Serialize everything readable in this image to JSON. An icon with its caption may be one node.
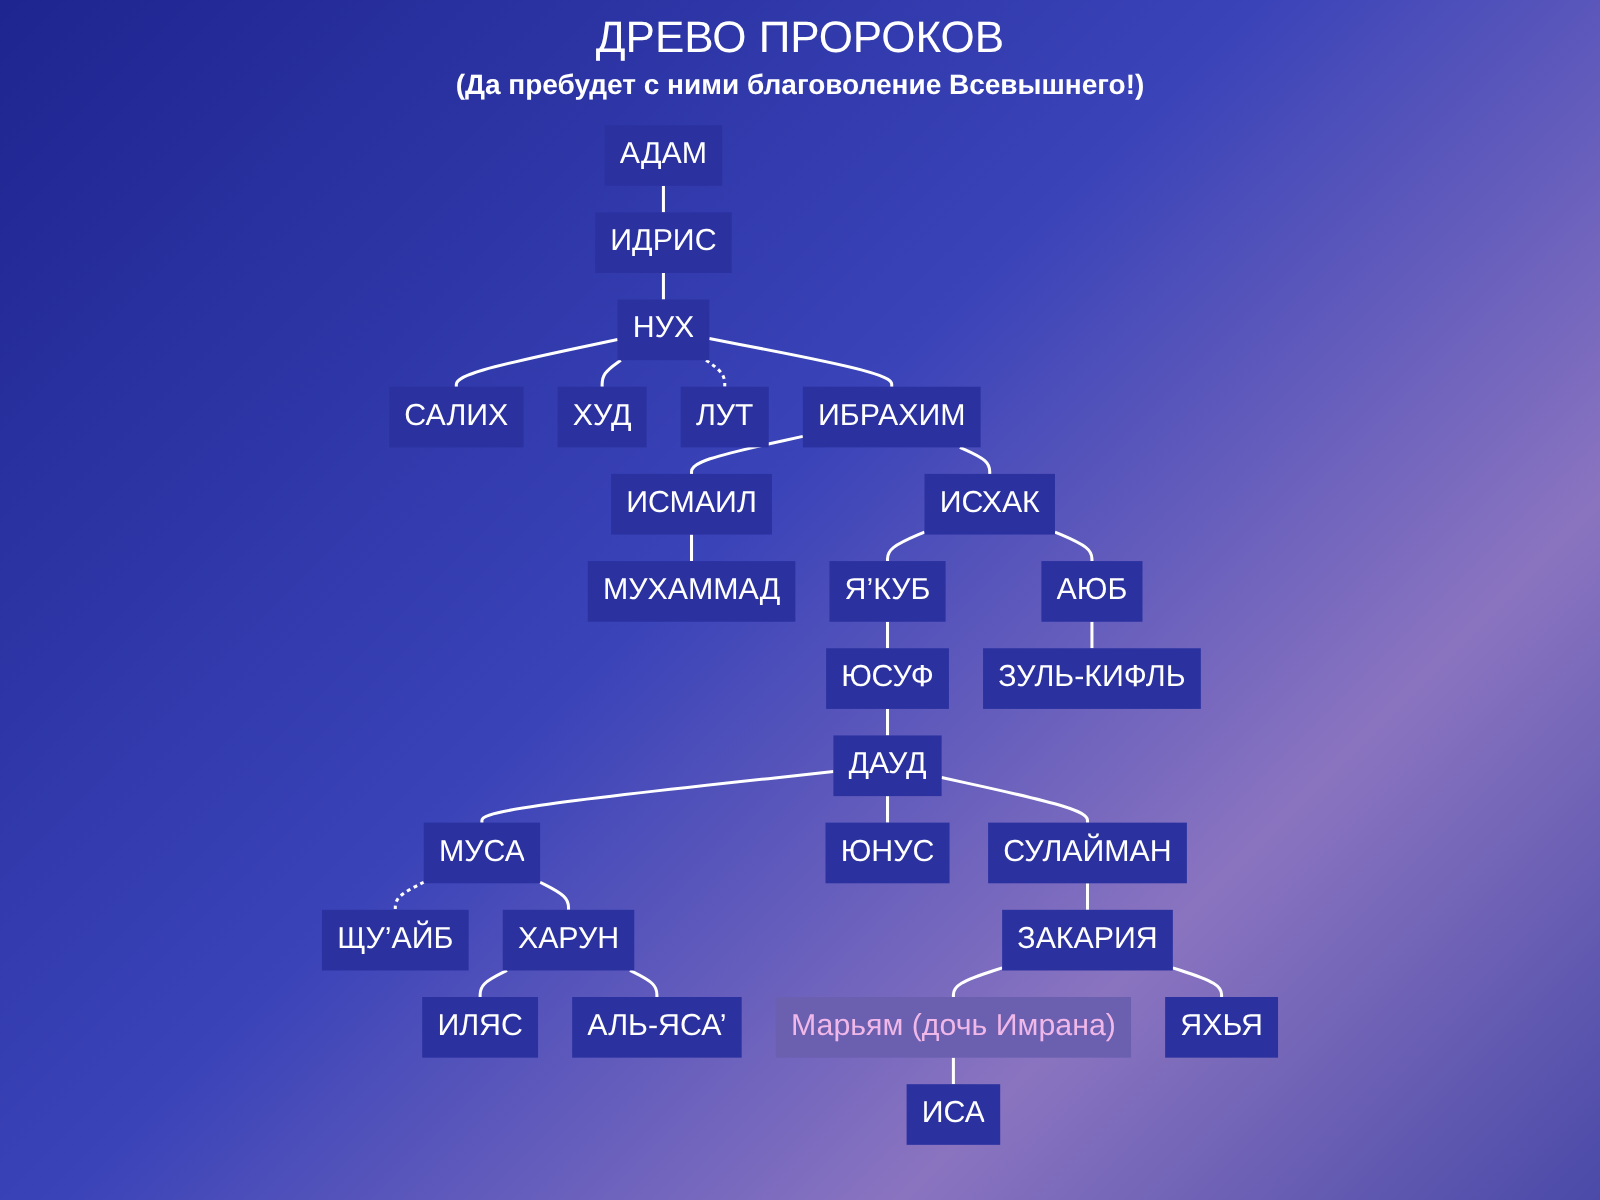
{
  "diagram": {
    "title": "ДРЕВО ПРОРОКОВ",
    "caption": "(Да пребудет с ними благоволение Всевышнего!)",
    "nodes": [
      {
        "text": [
          "АДАМ"
        ]
      },
      {
        "text": [
          "ИДРИС"
        ]
      },
      {
        "text": [
          "САЛИХ"
        ]
      },
      {
        "text": [
          "НУХ"
        ]
      },
      {
        "text": [
          "ХУД"
        ]
      },
      {
        "text": [
          "МУСА"
        ]
      },
      {
        "text": [
          "ЩУ’АЙБ"
        ]
      },
      {
        "text": [
          "ИЛЯС"
        ]
      },
      {
        "text": [
          "ХАРУН"
        ]
      },
      {
        "text": [
          "АЛЬ-ЯСА’"
        ]
      },
      {
        "text": [
          "ЮНУС"
        ]
      },
      {
        "text": [
          "ИСА"
        ]
      },
      {
        "text": [
          "МУХАММАД"
        ]
      },
      {
        "text": [
          "Марьям (дочь Имрана)"
        ]
      },
      {
        "text": [
          "Я’КУБ"
        ]
      },
      {
        "text": [
          "ЮСУФ"
        ]
      },
      {
        "text": [
          "ДАУД"
        ]
      },
      {
        "text": [
          "СУЛАЙМАН"
        ]
      },
      {
        "text": [
          "ЗАКАРИЯ"
        ]
      },
      {
        "text": [
          "ЯХЬЯ"
        ]
      },
      {
        "text": [
          "ЛУТ"
        ]
      },
      {
        "text": [
          "ИСХАК"
        ]
      },
      {
        "text": [
          "АЮБ"
        ]
      },
      {
        "text": [
          "ЗУЛЬ-КИФЛЬ"
        ]
      },
      {
        "text": [
          "ИБРАХИМ"
        ]
      },
      {
        "text": [
          "ИСМАИЛ"
        ]
      }
    ],
    "edges": [
      {
        "from": 0,
        "to": 1,
        "arrow": "none"
      },
      {
        "from": 1,
        "to": 3,
        "arrow": "none"
      },
      {
        "from": 3,
        "to": 2,
        "arrow": "none"
      },
      {
        "from": 3,
        "to": 4,
        "arrow": "none"
      },
      {
        "from": 3,
        "to": 24,
        "arrow": "none"
      },
      {
        "from": 3,
        "to": 20,
        "arrow": "none",
        "style": "dashed"
      },
      {
        "from": 5,
        "to": 6,
        "arrow": "none",
        "style": "dashed"
      },
      {
        "from": 5,
        "to": 8,
        "arrow": "none"
      },
      {
        "from": 8,
        "to": 7,
        "arrow": "none"
      },
      {
        "from": 8,
        "to": 9,
        "arrow": "none"
      },
      {
        "from": 16,
        "to": 5,
        "arrow": "none"
      },
      {
        "from": 16,
        "to": 10,
        "arrow": "none"
      },
      {
        "from": 14,
        "to": 15,
        "arrow": "none"
      },
      {
        "from": 15,
        "to": 16,
        "arrow": "none"
      },
      {
        "from": 16,
        "to": 17,
        "arrow": "none"
      },
      {
        "from": 17,
        "to": 18,
        "arrow": "none"
      },
      {
        "from": 18,
        "to": 19,
        "arrow": "none"
      },
      {
        "from": 13,
        "to": 11,
        "arrow": "none"
      },
      {
        "from": 18,
        "to": 13,
        "arrow": "none"
      },
      {
        "from": 25,
        "to": 12,
        "arrow": "none"
      },
      {
        "from": 21,
        "to": 14,
        "arrow": "none"
      },
      {
        "from": 21,
        "to": 22,
        "arrow": "none"
      },
      {
        "from": 22,
        "to": 23,
        "arrow": "none"
      },
      {
        "from": 24,
        "to": 21,
        "arrow": "none"
      },
      {
        "from": 24,
        "to": 25,
        "arrow": "none"
      }
    ]
  }
}
